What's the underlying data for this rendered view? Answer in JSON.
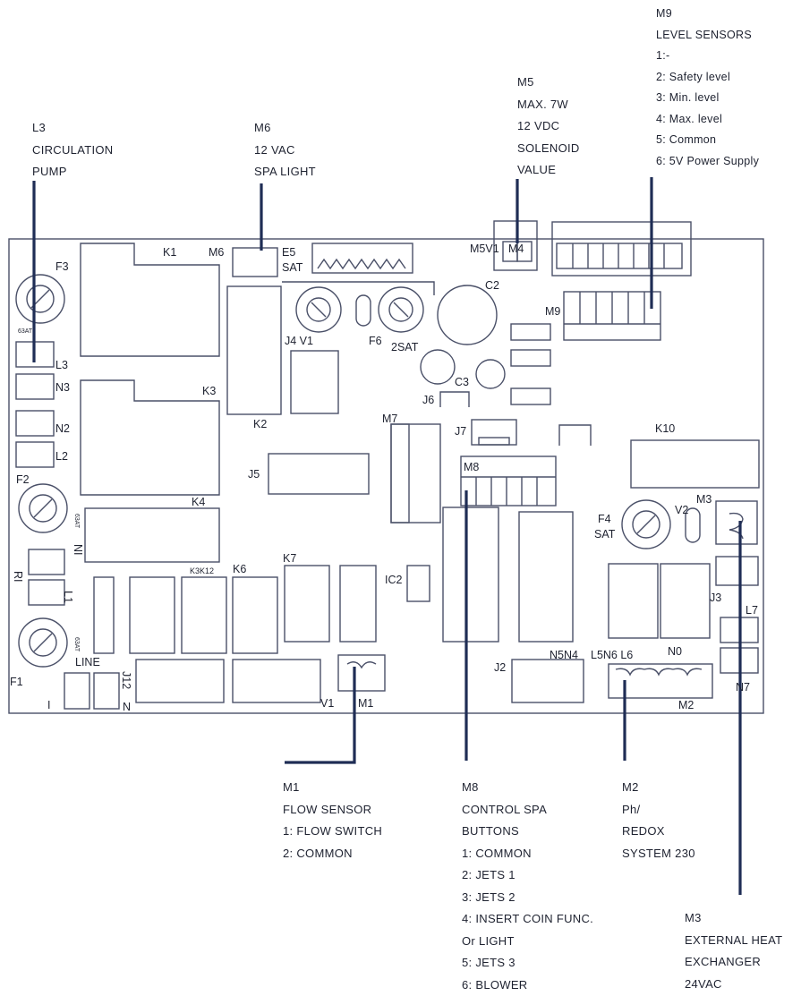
{
  "colors": {
    "board": "#4a5068",
    "leader": "#1f2d55",
    "text": "#1e2230"
  },
  "callouts": {
    "l3": [
      "L3",
      "CIRCULATION",
      "PUMP"
    ],
    "m6": [
      "M6",
      "12 VAC",
      "SPA LIGHT"
    ],
    "m5": [
      "M5",
      "MAX. 7W",
      "12 VDC",
      "SOLENOID",
      "VALUE"
    ],
    "m9": [
      "M9",
      "LEVEL SENSORS",
      "1:-",
      "2: Safety level",
      "3: Min. level",
      "4: Max. level",
      "5: Common",
      "6: 5V Power Supply"
    ],
    "m1": [
      "M1",
      "FLOW SENSOR",
      "1: FLOW SWITCH",
      "2: COMMON"
    ],
    "m8": [
      "M8",
      "CONTROL SPA",
      "BUTTONS",
      "1: COMMON",
      "2: JETS 1",
      "3: JETS 2",
      "4: INSERT COIN FUNC.",
      "Or LIGHT",
      "5: JETS 3",
      "6: BLOWER"
    ],
    "m2": [
      "M2",
      "Ph/",
      "REDOX",
      "SYSTEM 230"
    ],
    "m3": [
      "M3",
      "EXTERNAL HEAT",
      "EXCHANGER",
      "24VAC"
    ]
  },
  "board_labels": {
    "F3": "F3",
    "F3_rating": "63AT",
    "K1": "K1",
    "M6": "M6",
    "E5": "E5",
    "SAT_top": "SAT",
    "M5V1": "M5V1",
    "M4": "M4",
    "C2": "C2",
    "M9": "M9",
    "J4V1": "J4 V1",
    "F6": "F6",
    "SAT2": "2SAT",
    "L3": "L3",
    "N3": "N3",
    "K3": "K3",
    "K2": "K2",
    "J6": "J6",
    "C3": "C3",
    "J7": "J7",
    "M7": "M7",
    "N2": "N2",
    "L2": "L2",
    "K10": "K10",
    "F2": "F2",
    "F2_rating": "63AT",
    "J5": "J5",
    "M8": "M8",
    "K4": "K4",
    "NI": "NI",
    "RI": "RI",
    "L1": "L1",
    "K3K12": "K3K12",
    "K6": "K6",
    "K7": "K7",
    "IC2": "IC2",
    "F4": "F4",
    "SAT_f4": "SAT",
    "V2": "V2",
    "M3": "M3",
    "J3": "J3",
    "L7": "L7",
    "F1": "F1",
    "F1_rating": "63AT",
    "LINE": "LINE",
    "I": "I",
    "J12": "J12",
    "N": "N",
    "V1": "V1",
    "M1": "M1",
    "J2": "J2",
    "N5N4": "N5N4",
    "L5N6": "L5N6 L6",
    "N0": "N0",
    "N7": "N7",
    "M2": "M2"
  }
}
